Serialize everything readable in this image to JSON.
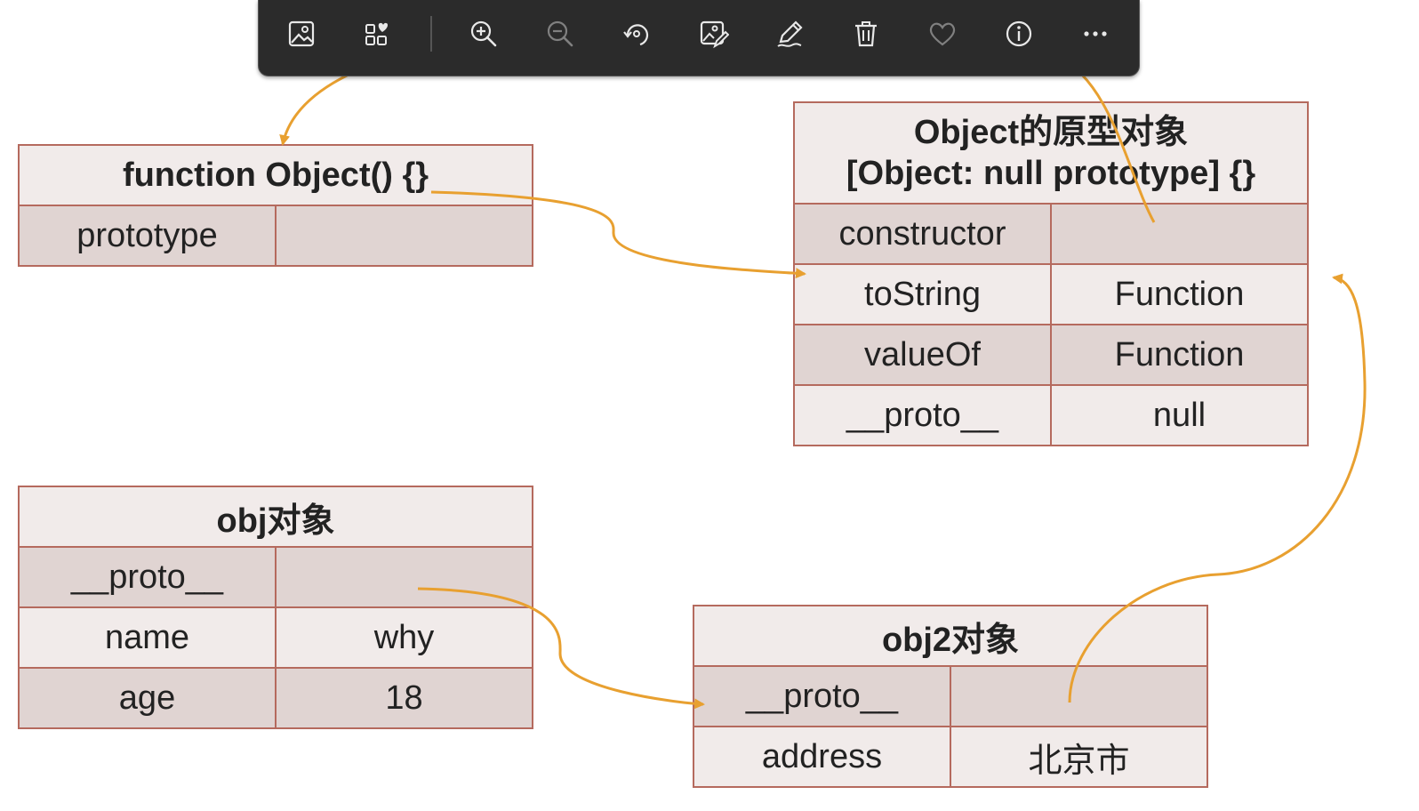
{
  "toolbar": {
    "buttons": [
      {
        "name": "view-image-button",
        "icon": "image-icon"
      },
      {
        "name": "favorites-grid-button",
        "icon": "grid-heart-icon"
      },
      {
        "name": "zoom-in-button",
        "icon": "zoom-in-icon"
      },
      {
        "name": "zoom-out-button",
        "icon": "zoom-out-icon"
      },
      {
        "name": "rotate-button",
        "icon": "rotate-icon"
      },
      {
        "name": "edit-image-button",
        "icon": "edit-image-icon"
      },
      {
        "name": "markup-button",
        "icon": "pen-icon"
      },
      {
        "name": "delete-button",
        "icon": "trash-icon"
      },
      {
        "name": "favorite-button",
        "icon": "heart-icon"
      },
      {
        "name": "info-button",
        "icon": "info-icon"
      },
      {
        "name": "more-button",
        "icon": "more-icon"
      }
    ]
  },
  "diagram": {
    "arrow_color": "#E8A030",
    "function_object": {
      "title": "function Object() {}",
      "rows": [
        {
          "key": "prototype",
          "value": ""
        }
      ]
    },
    "object_prototype": {
      "title_line1": "Object的原型对象",
      "title_line2": "[Object: null prototype] {}",
      "rows": [
        {
          "key": "constructor",
          "value": ""
        },
        {
          "key": "toString",
          "value": "Function"
        },
        {
          "key": "valueOf",
          "value": "Function"
        },
        {
          "key": "__proto__",
          "value": "null"
        }
      ]
    },
    "obj": {
      "title": "obj对象",
      "rows": [
        {
          "key": "__proto__",
          "value": ""
        },
        {
          "key": "name",
          "value": "why"
        },
        {
          "key": "age",
          "value": "18"
        }
      ]
    },
    "obj2": {
      "title": "obj2对象",
      "rows": [
        {
          "key": "__proto__",
          "value": ""
        },
        {
          "key": "address",
          "value": "北京市"
        }
      ]
    }
  }
}
